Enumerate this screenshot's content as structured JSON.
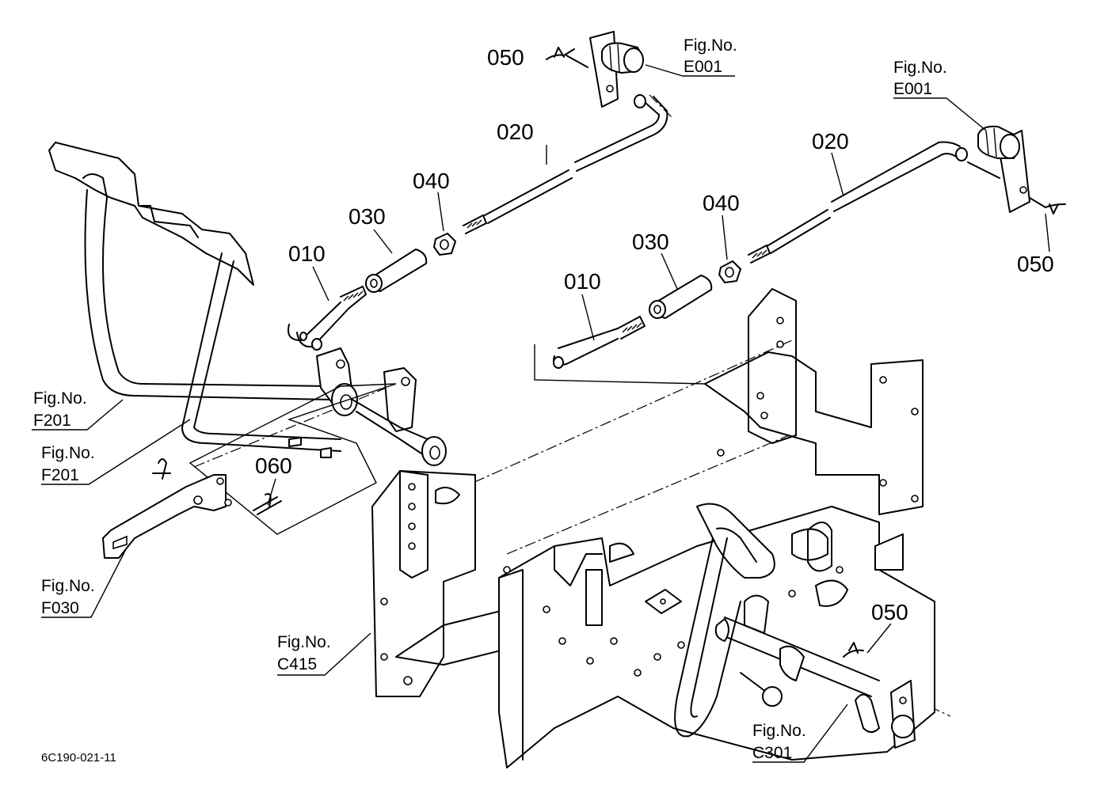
{
  "labels": {
    "p050_top": "050",
    "p020_left": "020",
    "p040_left": "040",
    "p030_left": "030",
    "p010_left": "010",
    "p020_right": "020",
    "p040_right": "040",
    "p030_right": "030",
    "p010_right": "010",
    "p050_right": "050",
    "p060": "060",
    "p050_bottom": "050"
  },
  "fig_refs": {
    "e001_top": {
      "line1": "Fig.No.",
      "line2": "E001"
    },
    "e001_right": {
      "line1": "Fig.No.",
      "line2": "E001"
    },
    "f201_a": {
      "line1": "Fig.No.",
      "line2": "F201"
    },
    "f201_b": {
      "line1": "Fig.No.",
      "line2": "F201"
    },
    "f030": {
      "line1": "Fig.No.",
      "line2": "F030"
    },
    "c415": {
      "line1": "Fig.No.",
      "line2": "C415"
    },
    "c301": {
      "line1": "Fig.No.",
      "line2": "C301"
    }
  },
  "drawing_code": "6C190-021-11"
}
